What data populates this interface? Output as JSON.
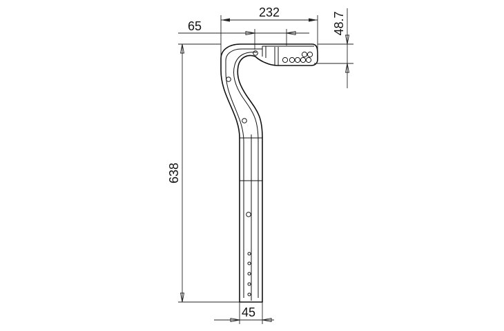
{
  "dimensions": {
    "top_width": "232",
    "offset": "65",
    "head_height": "48.7",
    "total_height": "638",
    "tube_width": "45"
  },
  "colors": {
    "line": "#111111",
    "background": "#ffffff"
  }
}
